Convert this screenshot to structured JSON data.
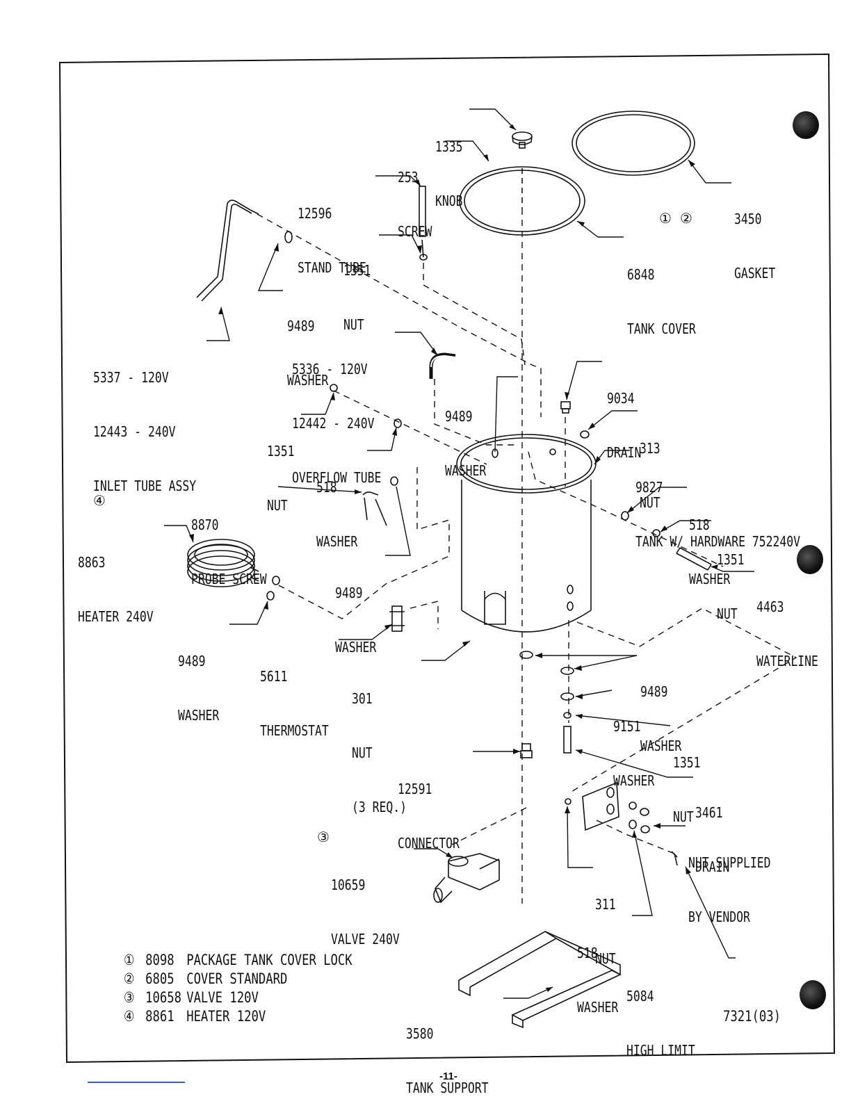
{
  "parts": {
    "knob": {
      "num": "1335",
      "name": "KNOB"
    },
    "screw": {
      "num": "253",
      "name": "SCREW"
    },
    "stand_tube": {
      "num": "12596",
      "name": "STAND TUBE"
    },
    "gasket": {
      "num": "3450",
      "name": "GASKET"
    },
    "nut_top": {
      "num": "1351",
      "name": "NUT"
    },
    "tank_cover": {
      "num": "6848",
      "name": "TANK COVER"
    },
    "washer_top": {
      "num": "9489",
      "name": "WASHER"
    },
    "inlet_tube": {
      "line1": "5337 - 120V",
      "line2": "12443 - 240V",
      "line3": "INLET TUBE ASSY"
    },
    "overflow_tube": {
      "line1": "5336 - 120V",
      "line2": "12442 - 240V",
      "line3": "OVERFLOW TUBE"
    },
    "washer_overflow": {
      "num": "9489",
      "name": "WASHER"
    },
    "drain_top": {
      "num": "9034",
      "name": "DRAIN"
    },
    "nut_left": {
      "num": "1351",
      "name": "NUT"
    },
    "nut_313": {
      "num": "313",
      "name": "NUT"
    },
    "tank": {
      "num": "9827",
      "name": "TANK W/ HARDWARE 752240V"
    },
    "washer_518_left": {
      "num": "518",
      "name": "WASHER"
    },
    "washer_518_right": {
      "num": "518",
      "name": "WASHER"
    },
    "probe_screw": {
      "num": "8870",
      "name": "PROBE SCREW"
    },
    "nut_right": {
      "num": "1351",
      "name": "NUT"
    },
    "heater": {
      "num": "8863",
      "name": "HEATER 240V"
    },
    "washer_mid": {
      "num": "9489",
      "name": "WASHER"
    },
    "waterline": {
      "num": "4463",
      "name": "WATERLINE"
    },
    "washer_heater": {
      "num": "9489",
      "name": "WASHER"
    },
    "thermostat": {
      "num": "5611",
      "name": "THERMOSTAT"
    },
    "nut_301": {
      "num": "301",
      "name": "NUT",
      "qty": "(3 REQ.)"
    },
    "washer_bottom": {
      "num": "9489",
      "name": "WASHER"
    },
    "washer_9151": {
      "num": "9151",
      "name": "WASHER"
    },
    "nut_bottom": {
      "num": "1351",
      "name": "NUT"
    },
    "connector": {
      "num": "12591",
      "name": "CONNECTOR"
    },
    "drain_bottom": {
      "num": "3461",
      "name": "DRAIN"
    },
    "nut_vendor": {
      "line1": "NUT SUPPLIED",
      "line2": "BY VENDOR"
    },
    "valve": {
      "num": "10659",
      "name": "VALVE 240V"
    },
    "nut_311": {
      "num": "311",
      "name": "NUT"
    },
    "washer_518_bottom": {
      "num": "518",
      "name": "WASHER"
    },
    "high_limit": {
      "num": "5084",
      "name": "HIGH LIMIT"
    },
    "tank_support": {
      "num": "3580",
      "name": "TANK SUPPORT"
    }
  },
  "markers": {
    "cover_notes": "① ②",
    "heater_note": "④",
    "valve_note": "③"
  },
  "legend": [
    {
      "symbol": "①",
      "number": "8098",
      "description": "PACKAGE TANK COVER LOCK"
    },
    {
      "symbol": "②",
      "number": "6805",
      "description": "COVER STANDARD"
    },
    {
      "symbol": "③",
      "number": "10658",
      "description": "VALVE 120V"
    },
    {
      "symbol": "④",
      "number": "8861",
      "description": "HEATER 120V"
    }
  ],
  "doc_number": "7321(03)",
  "page_number": "-11-"
}
